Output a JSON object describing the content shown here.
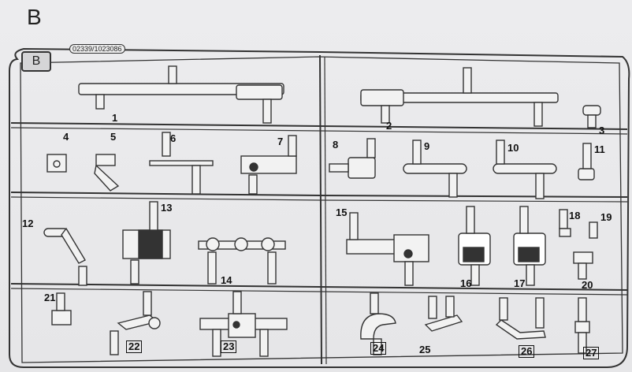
{
  "sheet": {
    "title": "B",
    "code": "02339/1023086",
    "badge": "B"
  },
  "parts": [
    "1",
    "2",
    "3",
    "4",
    "5",
    "6",
    "7",
    "8",
    "9",
    "10",
    "11",
    "12",
    "13",
    "14",
    "15",
    "16",
    "17",
    "18",
    "19",
    "20",
    "21",
    "22",
    "23",
    "24",
    "25",
    "26",
    "27"
  ]
}
